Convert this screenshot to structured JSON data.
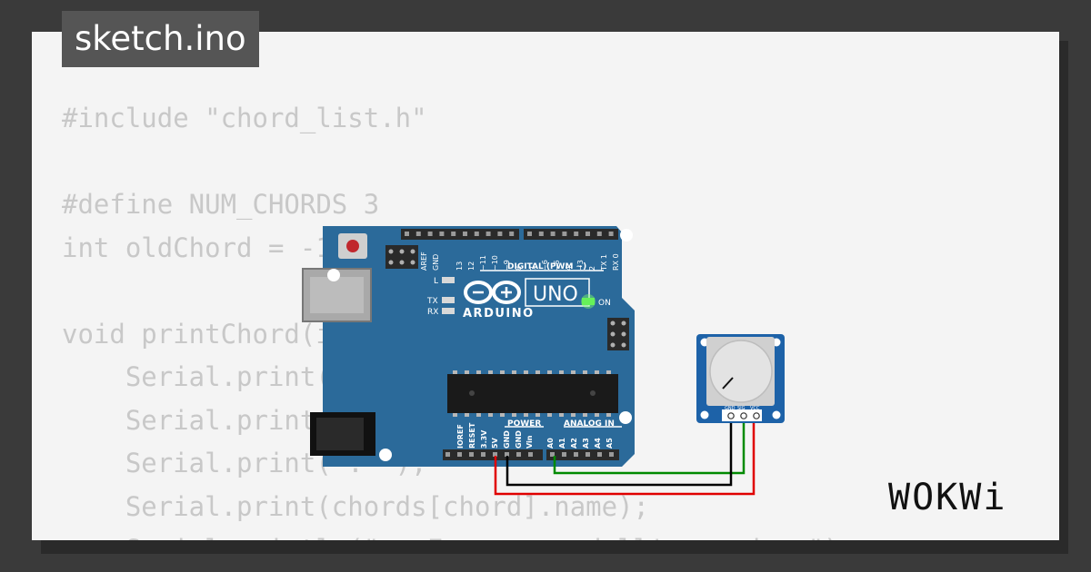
{
  "file_tab": {
    "title": "sketch.ino"
  },
  "code_lines": [
    "#include \"chord_list.h\"",
    "",
    "#define NUM_CHORDS 3",
    "int oldChord = -1;",
    "",
    "void printChord(int",
    "    Serial.print(\"Acco",
    "    Serial.print(chord",
    "    Serial.print(\": \");",
    "    Serial.print(chords[chord].name);",
    "    Serial.println(\" - Frequency dell'accordo: \");"
  ],
  "board": {
    "brand": "ARDUINO",
    "model": "UNO",
    "pin_labels_top": [
      "AREF",
      "GND",
      "13",
      "12",
      "~11",
      "~10",
      "~9",
      "8",
      "7",
      "~6",
      "~5",
      "4",
      "~3",
      "2",
      "TX 1",
      "RX 0"
    ],
    "digital_label": "DIGITAL (PWM ~)",
    "power_label": "POWER",
    "analog_label": "ANALOG IN",
    "pin_labels_bottom": [
      "IOREF",
      "RESET",
      "3.3V",
      "5V",
      "GND",
      "GND",
      "Vin",
      "A0",
      "A1",
      "A2",
      "A3",
      "A4",
      "A5"
    ],
    "led_labels": [
      "L",
      "TX",
      "RX",
      "ON"
    ],
    "colors": {
      "board": "#2b6a9a",
      "on_led": "#55e64b",
      "reset_button": "#c0272d"
    }
  },
  "potentiometer": {
    "pin_labels": [
      "GND",
      "SIG",
      "VCC"
    ],
    "colors": {
      "board": "#1d62a8"
    }
  },
  "wires": {
    "colors": {
      "sig": "#008a00",
      "gnd": "#000000",
      "vcc": "#e00000"
    }
  },
  "logo": {
    "text": "WOKWi"
  },
  "colors": {
    "page_bg": "#3a3a3a",
    "card_bg": "#f4f4f4",
    "code_text": "#c8c8c8",
    "tab_bg": "#555555"
  }
}
